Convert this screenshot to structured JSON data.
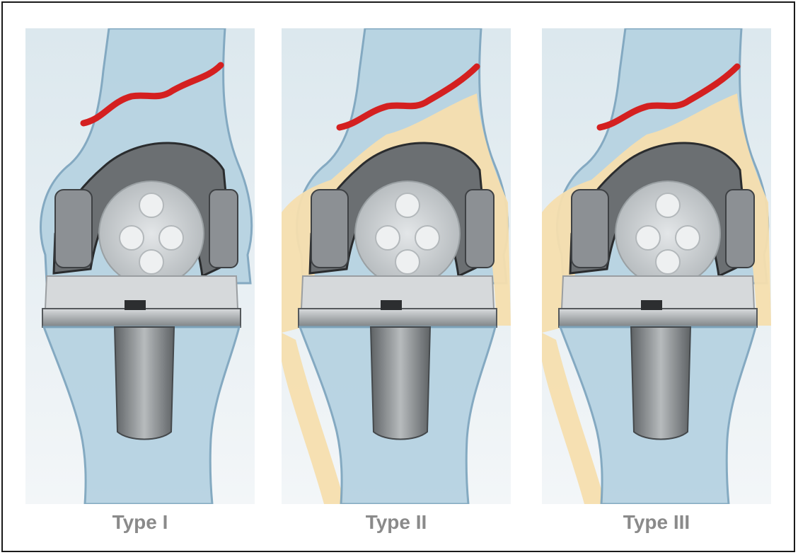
{
  "panels": [
    {
      "id": "type-1",
      "label": "Type I",
      "periprosthetic_zone": "none"
    },
    {
      "id": "type-2",
      "label": "Type II",
      "periprosthetic_zone": "femoral-metaphysis"
    },
    {
      "id": "type-3",
      "label": "Type III",
      "periprosthetic_zone": "femoral-metaphysis-and-component-interface"
    }
  ],
  "colors": {
    "background": "#eaf0f3",
    "bone": "#b7d3e2",
    "bone_edge": "#7fa6bf",
    "implant_dark": "#6b6f72",
    "implant_mid": "#9a9fa2",
    "implant_light": "#d6d9db",
    "fracture_line": "#d42020",
    "bone_loss": "#f6deae",
    "caption": "#8a8a8a",
    "frame": "#1a1a1a"
  },
  "icons": [
    "knee-prosthesis-illustration",
    "fracture-line",
    "bone-loss-region"
  ]
}
